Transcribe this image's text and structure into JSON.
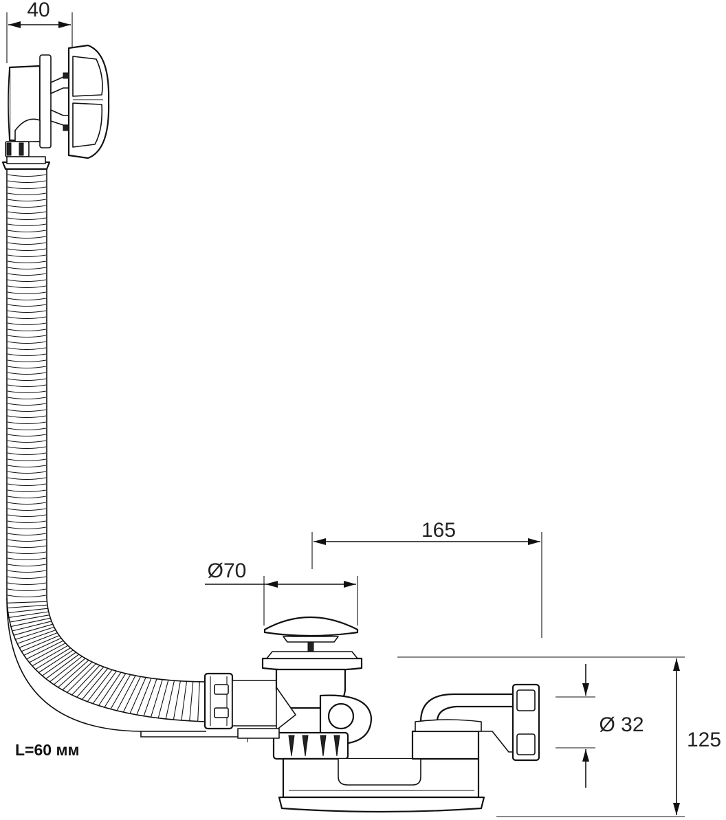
{
  "dimensions": {
    "overflow_width": "40",
    "drain_offset": "165",
    "plug_diameter": "Ø70",
    "outlet_diameter": "Ø 32",
    "height": "125"
  },
  "note": "L=60 мм",
  "colors": {
    "line": "#111111",
    "background": "#ffffff"
  }
}
